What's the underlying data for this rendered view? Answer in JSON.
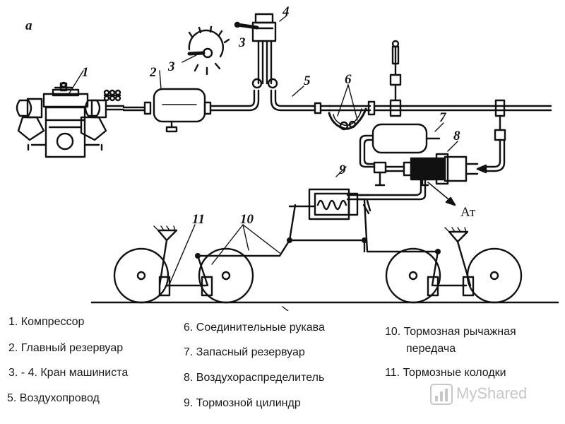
{
  "diagram": {
    "panel_label": "а",
    "callouts": [
      "1",
      "2",
      "3",
      "3",
      "4",
      "5",
      "6",
      "7",
      "8",
      "9",
      "10",
      "11"
    ],
    "exhaust_label": "Ат"
  },
  "legend": {
    "col1": [
      "1.  Компрессор",
      "2.  Главный резервуар",
      "3.  - 4. Кран машиниста",
      "5. Воздухопровод"
    ],
    "col2": [
      "6. Соединительные рукава",
      "7. Запасный резервуар",
      "8. Воздухораспределитель",
      "9. Тормозной цилиндр"
    ],
    "col3": [
      "10. Тормозная рычажная",
      "передача",
      "11. Тормозные колодки"
    ]
  },
  "watermark": {
    "text": "MyShared"
  }
}
